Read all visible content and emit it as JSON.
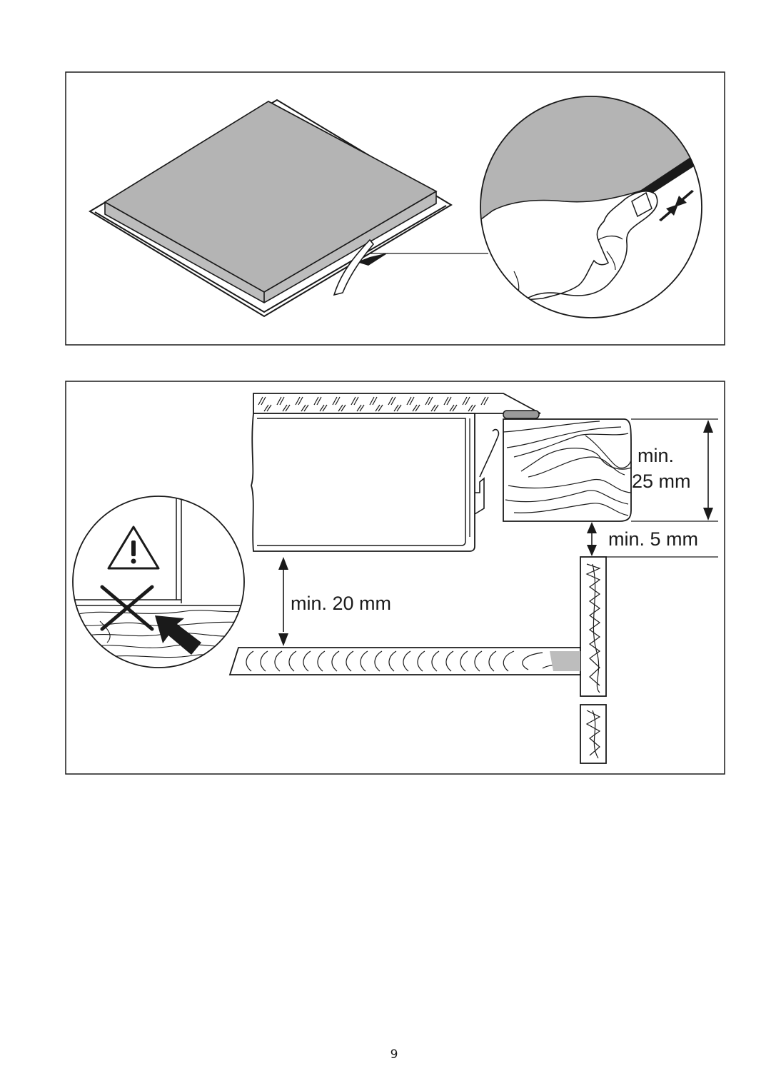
{
  "figure1": {
    "parts": [
      "hob-panel",
      "sealing-strip",
      "detail-magnifier",
      "thumb-pressing-seal"
    ]
  },
  "figure2": {
    "labels": {
      "min_25_line1": "min.",
      "min_25_line2": "25 mm",
      "min_5": "min. 5 mm",
      "min_20": "min. 20 mm"
    },
    "symbols": [
      "warning-icon",
      "prohibited-cross-icon",
      "arrow-icon"
    ]
  },
  "footer": {
    "page_number": "9"
  }
}
